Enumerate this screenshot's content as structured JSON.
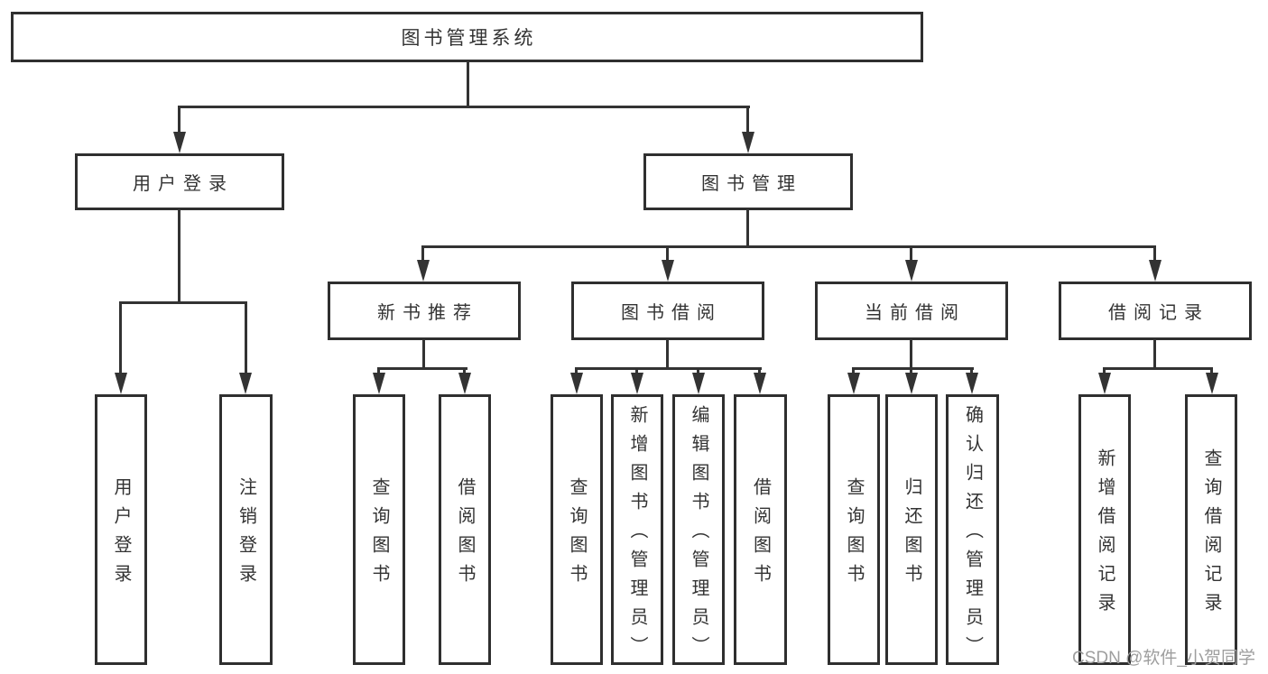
{
  "diagram": {
    "title": "图书管理系统",
    "root": {
      "label": "图书管理系统",
      "children": [
        {
          "label": "用户登录",
          "children": [
            {
              "label": "用户登录"
            },
            {
              "label": "注销登录"
            }
          ]
        },
        {
          "label": "图书管理",
          "children": [
            {
              "label": "新书推荐",
              "children": [
                {
                  "label": "查询图书"
                },
                {
                  "label": "借阅图书"
                }
              ]
            },
            {
              "label": "图书借阅",
              "children": [
                {
                  "label": "查询图书"
                },
                {
                  "label": "新增图书（管理员）"
                },
                {
                  "label": "编辑图书（管理员）"
                },
                {
                  "label": "借阅图书"
                }
              ]
            },
            {
              "label": "当前借阅",
              "children": [
                {
                  "label": "查询图书"
                },
                {
                  "label": "归还图书"
                },
                {
                  "label": "确认归还（管理员）"
                }
              ]
            },
            {
              "label": "借阅记录",
              "children": [
                {
                  "label": "新增借阅记录"
                },
                {
                  "label": "查询借阅记录"
                }
              ]
            }
          ]
        }
      ]
    }
  },
  "watermark": {
    "text": "CSDN @软件_小贺同学",
    "color": "#9e9e9e"
  },
  "colors": {
    "line": "#333333",
    "border": "#2f2f2f",
    "box_bg": "#ffffff",
    "text": "#333333"
  }
}
